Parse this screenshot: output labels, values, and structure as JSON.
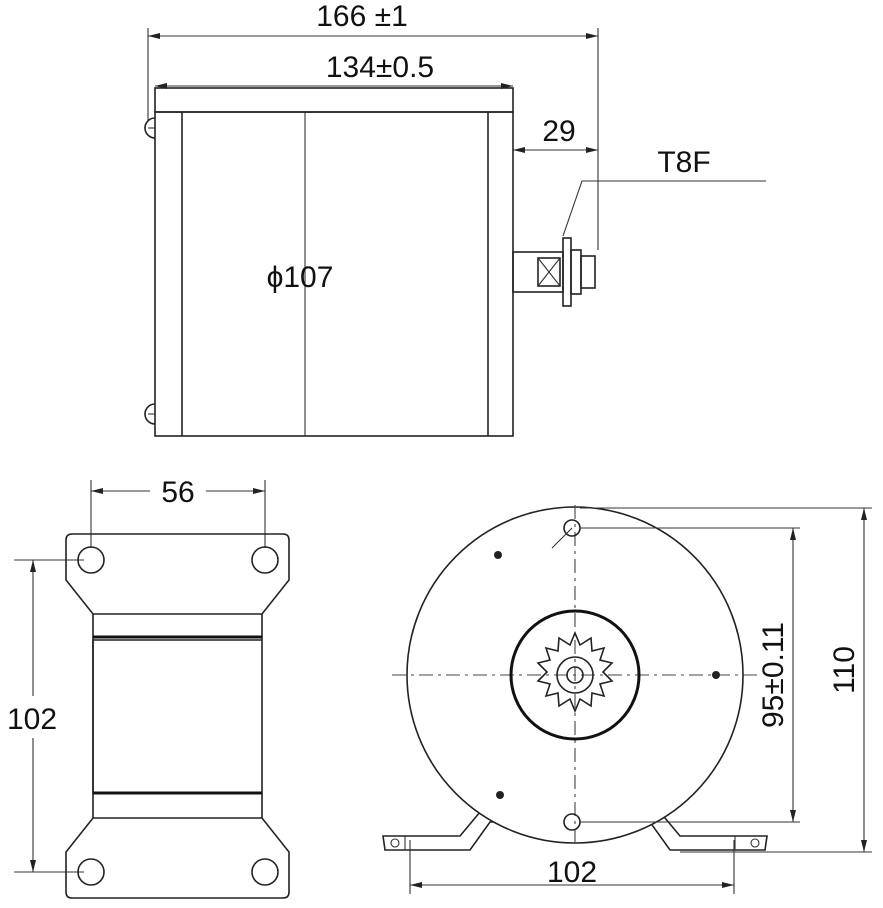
{
  "side_view": {
    "overall_length": "166 ±1",
    "body_length": "134±0.5",
    "shaft_length": "29",
    "sprocket": "T8F",
    "diameter": "ϕ107"
  },
  "bracket_view": {
    "hole_spacing_width": "56",
    "hole_spacing_length": "102"
  },
  "front_view": {
    "center_height": "95±0.11",
    "total_height": "110",
    "base_width": "102"
  }
}
